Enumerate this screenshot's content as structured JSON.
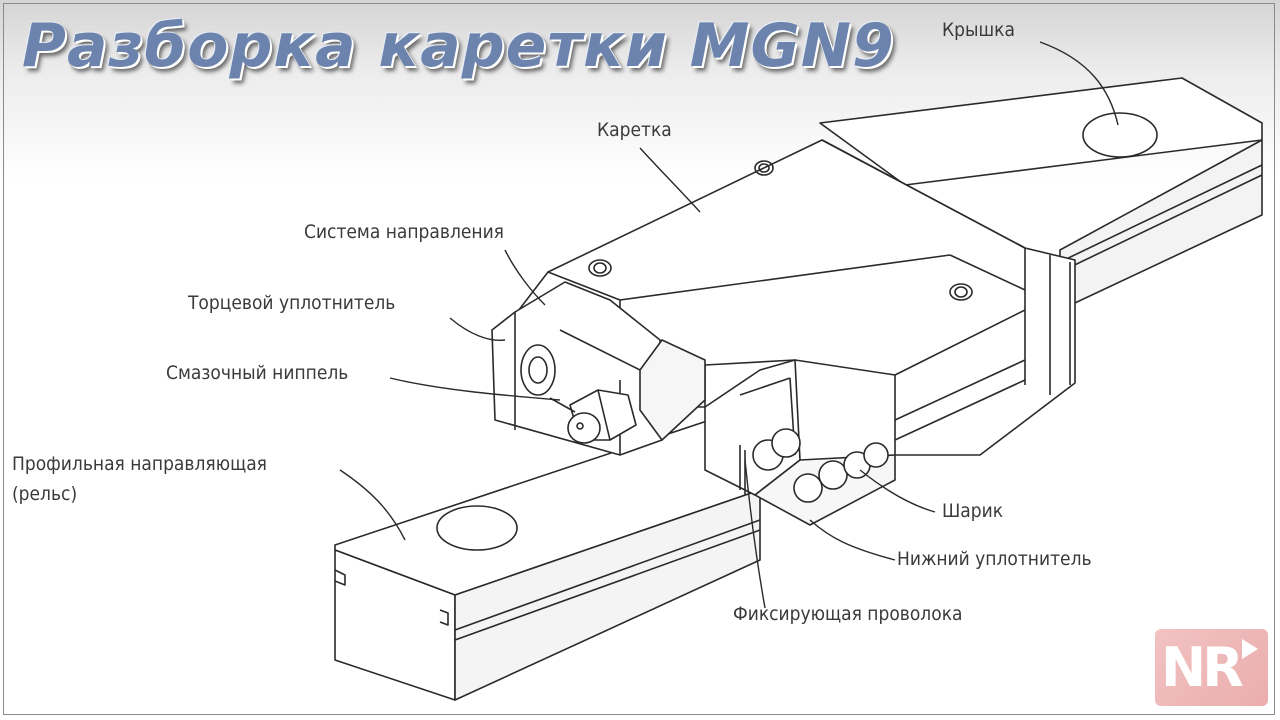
{
  "title": "Разборка каретки MGN9",
  "labels": {
    "cover": "Крышка",
    "carriage": "Каретка",
    "guide_system": "Система направления",
    "end_seal": "Торцевой уплотнитель",
    "grease_nipple": "Смазочный ниппель",
    "rail_line1": "Профильная направляющая",
    "rail_line2": "(рельс)",
    "ball": "Шарик",
    "bottom_seal": "Нижний уплотнитель",
    "retaining_wire": "Фиксирующая проволока"
  },
  "logo": {
    "text": "NR",
    "color": "#e8a0a0"
  }
}
